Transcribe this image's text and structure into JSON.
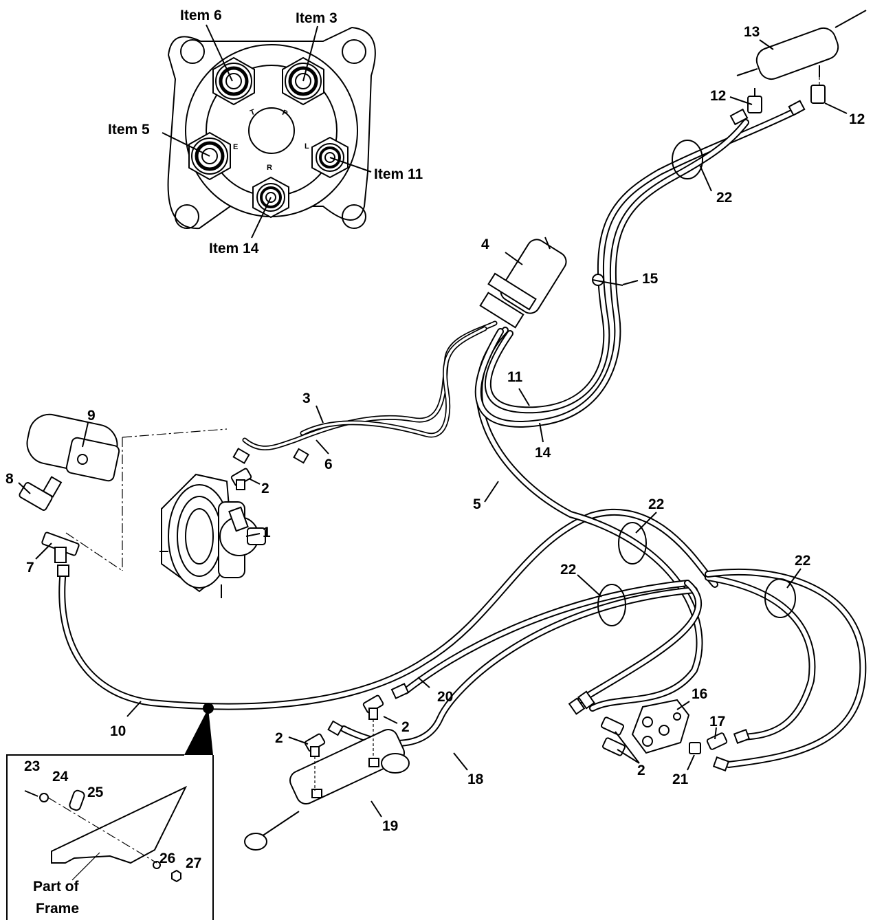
{
  "detail_view": {
    "callouts": [
      {
        "label": "Item 6"
      },
      {
        "label": "Item 3"
      },
      {
        "label": "Item 5"
      },
      {
        "label": "Item 11"
      },
      {
        "label": "Item 14"
      }
    ],
    "port_letters": [
      "T",
      "P",
      "E",
      "L",
      "R"
    ]
  },
  "parts": [
    {
      "number": "1"
    },
    {
      "number": "2"
    },
    {
      "number": "3"
    },
    {
      "number": "4"
    },
    {
      "number": "5"
    },
    {
      "number": "6"
    },
    {
      "number": "7"
    },
    {
      "number": "8"
    },
    {
      "number": "9"
    },
    {
      "number": "10"
    },
    {
      "number": "11"
    },
    {
      "number": "12"
    },
    {
      "number": "13"
    },
    {
      "number": "14"
    },
    {
      "number": "15"
    },
    {
      "number": "16"
    },
    {
      "number": "17"
    },
    {
      "number": "18"
    },
    {
      "number": "19"
    },
    {
      "number": "20"
    },
    {
      "number": "21"
    },
    {
      "number": "22"
    },
    {
      "number": "23"
    },
    {
      "number": "24"
    },
    {
      "number": "25"
    },
    {
      "number": "26"
    },
    {
      "number": "27"
    }
  ],
  "inset": {
    "caption_line1": "Part of",
    "caption_line2": "Frame"
  }
}
